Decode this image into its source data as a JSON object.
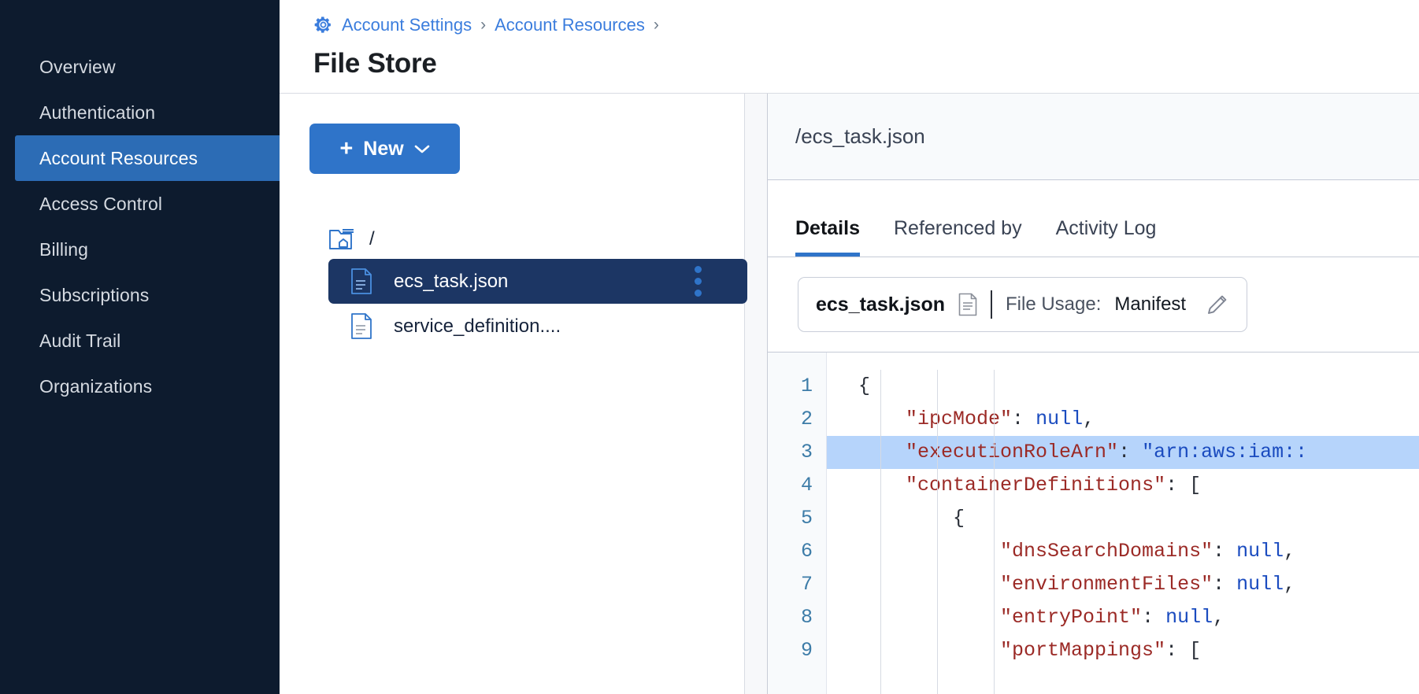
{
  "sidebar": {
    "items": [
      {
        "label": "Overview",
        "active": false
      },
      {
        "label": "Authentication",
        "active": false
      },
      {
        "label": "Account Resources",
        "active": true
      },
      {
        "label": "Access Control",
        "active": false
      },
      {
        "label": "Billing",
        "active": false
      },
      {
        "label": "Subscriptions",
        "active": false
      },
      {
        "label": "Audit Trail",
        "active": false
      },
      {
        "label": "Organizations",
        "active": false
      }
    ]
  },
  "header": {
    "gear_icon": "gear-icon",
    "breadcrumbs": [
      {
        "label": "Account Settings"
      },
      {
        "label": "Account Resources"
      }
    ],
    "separator": "›",
    "title": "File Store"
  },
  "tree": {
    "new_button": {
      "label": "New",
      "plus": "+",
      "chevron": "chevron-down-icon"
    },
    "root": {
      "label": "/",
      "icon": "folder-home-icon"
    },
    "files": [
      {
        "label": "ecs_task.json",
        "icon": "file-icon",
        "selected": true,
        "menu": "kebab-menu-icon"
      },
      {
        "label": "service_definition....",
        "icon": "file-icon",
        "selected": false
      }
    ]
  },
  "detail": {
    "path": "/ecs_task.json",
    "tabs": [
      {
        "label": "Details",
        "active": true
      },
      {
        "label": "Referenced by",
        "active": false
      },
      {
        "label": "Activity Log",
        "active": false
      }
    ],
    "usage": {
      "file_name": "ecs_task.json",
      "file_icon": "document-icon",
      "label": "File Usage:",
      "value": "Manifest",
      "edit_icon": "pencil-icon"
    }
  },
  "editor": {
    "line_numbers": [
      "1",
      "2",
      "3",
      "4",
      "5",
      "6",
      "7",
      "8",
      "9"
    ],
    "lines": [
      {
        "n": 1,
        "indent": 0,
        "highlight": false,
        "tokens": [
          {
            "t": "{",
            "c": "p"
          }
        ]
      },
      {
        "n": 2,
        "indent": 1,
        "highlight": false,
        "tokens": [
          {
            "t": "\"ipcMode\"",
            "c": "k"
          },
          {
            "t": ": ",
            "c": "p"
          },
          {
            "t": "null",
            "c": "v"
          },
          {
            "t": ",",
            "c": "p"
          }
        ]
      },
      {
        "n": 3,
        "indent": 1,
        "highlight": true,
        "tokens": [
          {
            "t": "\"executionRoleArn\"",
            "c": "k"
          },
          {
            "t": ": ",
            "c": "p"
          },
          {
            "t": "\"arn:aws:iam::",
            "c": "v"
          }
        ]
      },
      {
        "n": 4,
        "indent": 1,
        "highlight": false,
        "tokens": [
          {
            "t": "\"containerDefinitions\"",
            "c": "k"
          },
          {
            "t": ": [",
            "c": "p"
          }
        ]
      },
      {
        "n": 5,
        "indent": 2,
        "highlight": false,
        "tokens": [
          {
            "t": "{",
            "c": "p"
          }
        ]
      },
      {
        "n": 6,
        "indent": 3,
        "highlight": false,
        "tokens": [
          {
            "t": "\"dnsSearchDomains\"",
            "c": "k"
          },
          {
            "t": ": ",
            "c": "p"
          },
          {
            "t": "null",
            "c": "v"
          },
          {
            "t": ",",
            "c": "p"
          }
        ]
      },
      {
        "n": 7,
        "indent": 3,
        "highlight": false,
        "tokens": [
          {
            "t": "\"environmentFiles\"",
            "c": "k"
          },
          {
            "t": ": ",
            "c": "p"
          },
          {
            "t": "null",
            "c": "v"
          },
          {
            "t": ",",
            "c": "p"
          }
        ]
      },
      {
        "n": 8,
        "indent": 3,
        "highlight": false,
        "tokens": [
          {
            "t": "\"entryPoint\"",
            "c": "k"
          },
          {
            "t": ": ",
            "c": "p"
          },
          {
            "t": "null",
            "c": "v"
          },
          {
            "t": ",",
            "c": "p"
          }
        ]
      },
      {
        "n": 9,
        "indent": 3,
        "highlight": false,
        "tokens": [
          {
            "t": "\"portMappings\"",
            "c": "k"
          },
          {
            "t": ": [",
            "c": "p"
          }
        ]
      }
    ]
  },
  "colors": {
    "sidebar_bg": "#0d1b2e",
    "accent": "#2f74c9",
    "nav_active_bg": "#2c6cb5",
    "selected_row_bg": "#1c3664",
    "link": "#3b7ddd",
    "code_key": "#9b2a26",
    "code_value": "#1a4bbf",
    "code_highlight": "#b6d4fb"
  }
}
